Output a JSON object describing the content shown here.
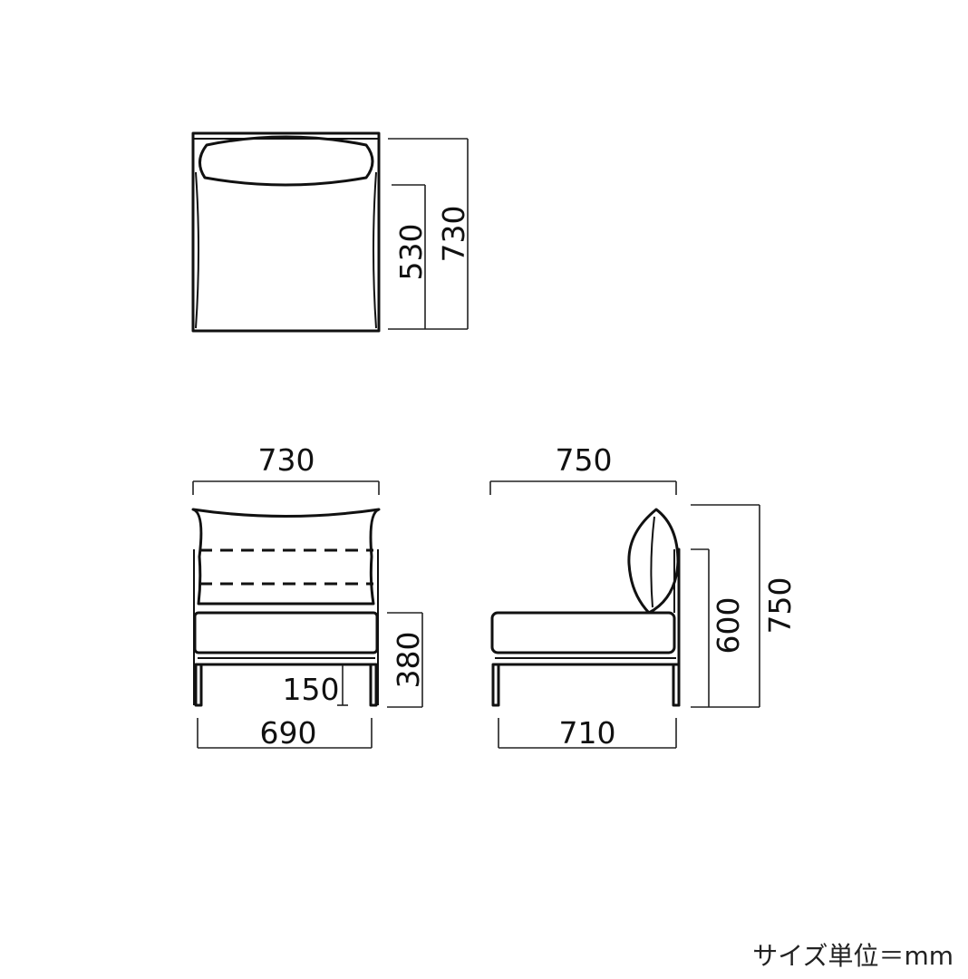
{
  "top_view": {
    "dim_depth_total": "730",
    "dim_seat_depth": "530"
  },
  "front_view": {
    "dim_width_total": "730",
    "dim_leg_span": "690",
    "dim_seat_height": "380",
    "dim_frame_height": "150"
  },
  "side_view": {
    "dim_depth_total": "750",
    "dim_leg_span": "710",
    "dim_back_frame_height": "600",
    "dim_total_height": "750"
  },
  "unit_note": "サイズ単位＝mm"
}
